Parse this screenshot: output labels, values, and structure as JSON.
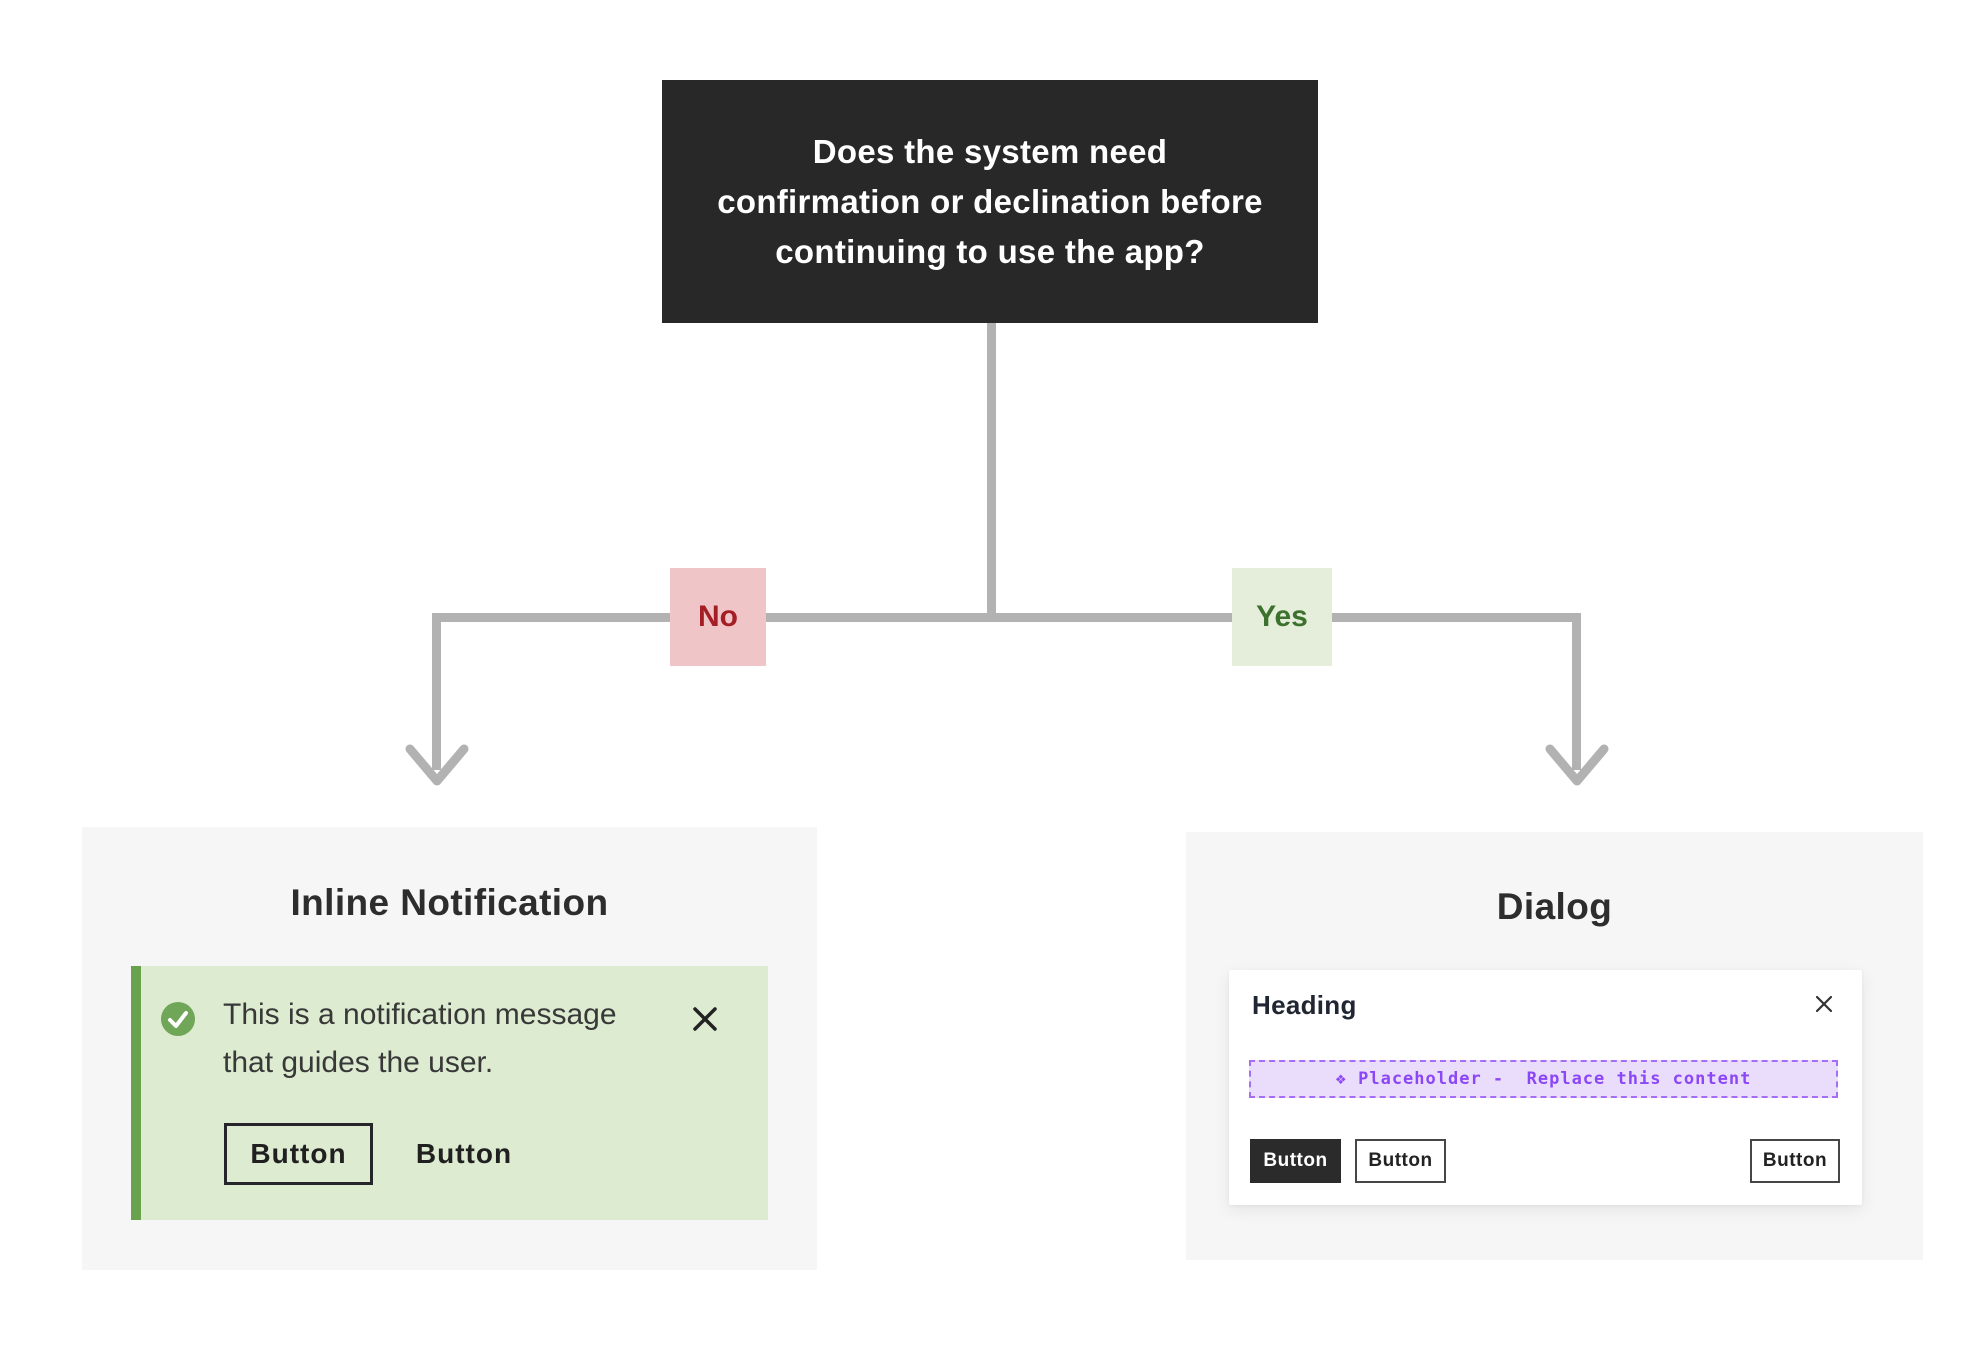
{
  "flowchart": {
    "question_lines": [
      "Does the system need",
      "confirmation or declination before",
      "continuing to use the app?"
    ],
    "no_label": "No",
    "yes_label": "Yes"
  },
  "inline_notification": {
    "panel_title": "Inline Notification",
    "status_icon": "success-check-icon",
    "message_lines": [
      "This is a notification message",
      "that guides the user."
    ],
    "close_icon": "close-x-icon",
    "buttons": [
      "Button",
      "Button"
    ]
  },
  "dialog": {
    "panel_title": "Dialog",
    "heading": "Heading",
    "close_icon": "close-x-icon",
    "placeholder_text": "❖ Placeholder -  Replace this content",
    "buttons": [
      "Button",
      "Button",
      "Button"
    ]
  },
  "colors": {
    "question_box_bg": "#282828",
    "connector_gray": "#b2b2b2",
    "no_bg": "#f0c5c8",
    "no_text": "#a41e25",
    "yes_bg": "#e4eeda",
    "yes_text": "#3c712e",
    "panel_bg": "#f6f6f6",
    "title_text": "#2d2d2d",
    "notification_bg": "#ddebd1",
    "notification_border": "#69a24d",
    "notification_icon_green": "#6fa657",
    "notification_text": "#383838",
    "outline_button_border": "#25252a",
    "heading_text": "#212633",
    "placeholder_bg": "#eaddfc",
    "placeholder_border": "#a56ef5",
    "placeholder_text": "#8b46f6",
    "button_dark_bg": "#2b2b2b"
  }
}
